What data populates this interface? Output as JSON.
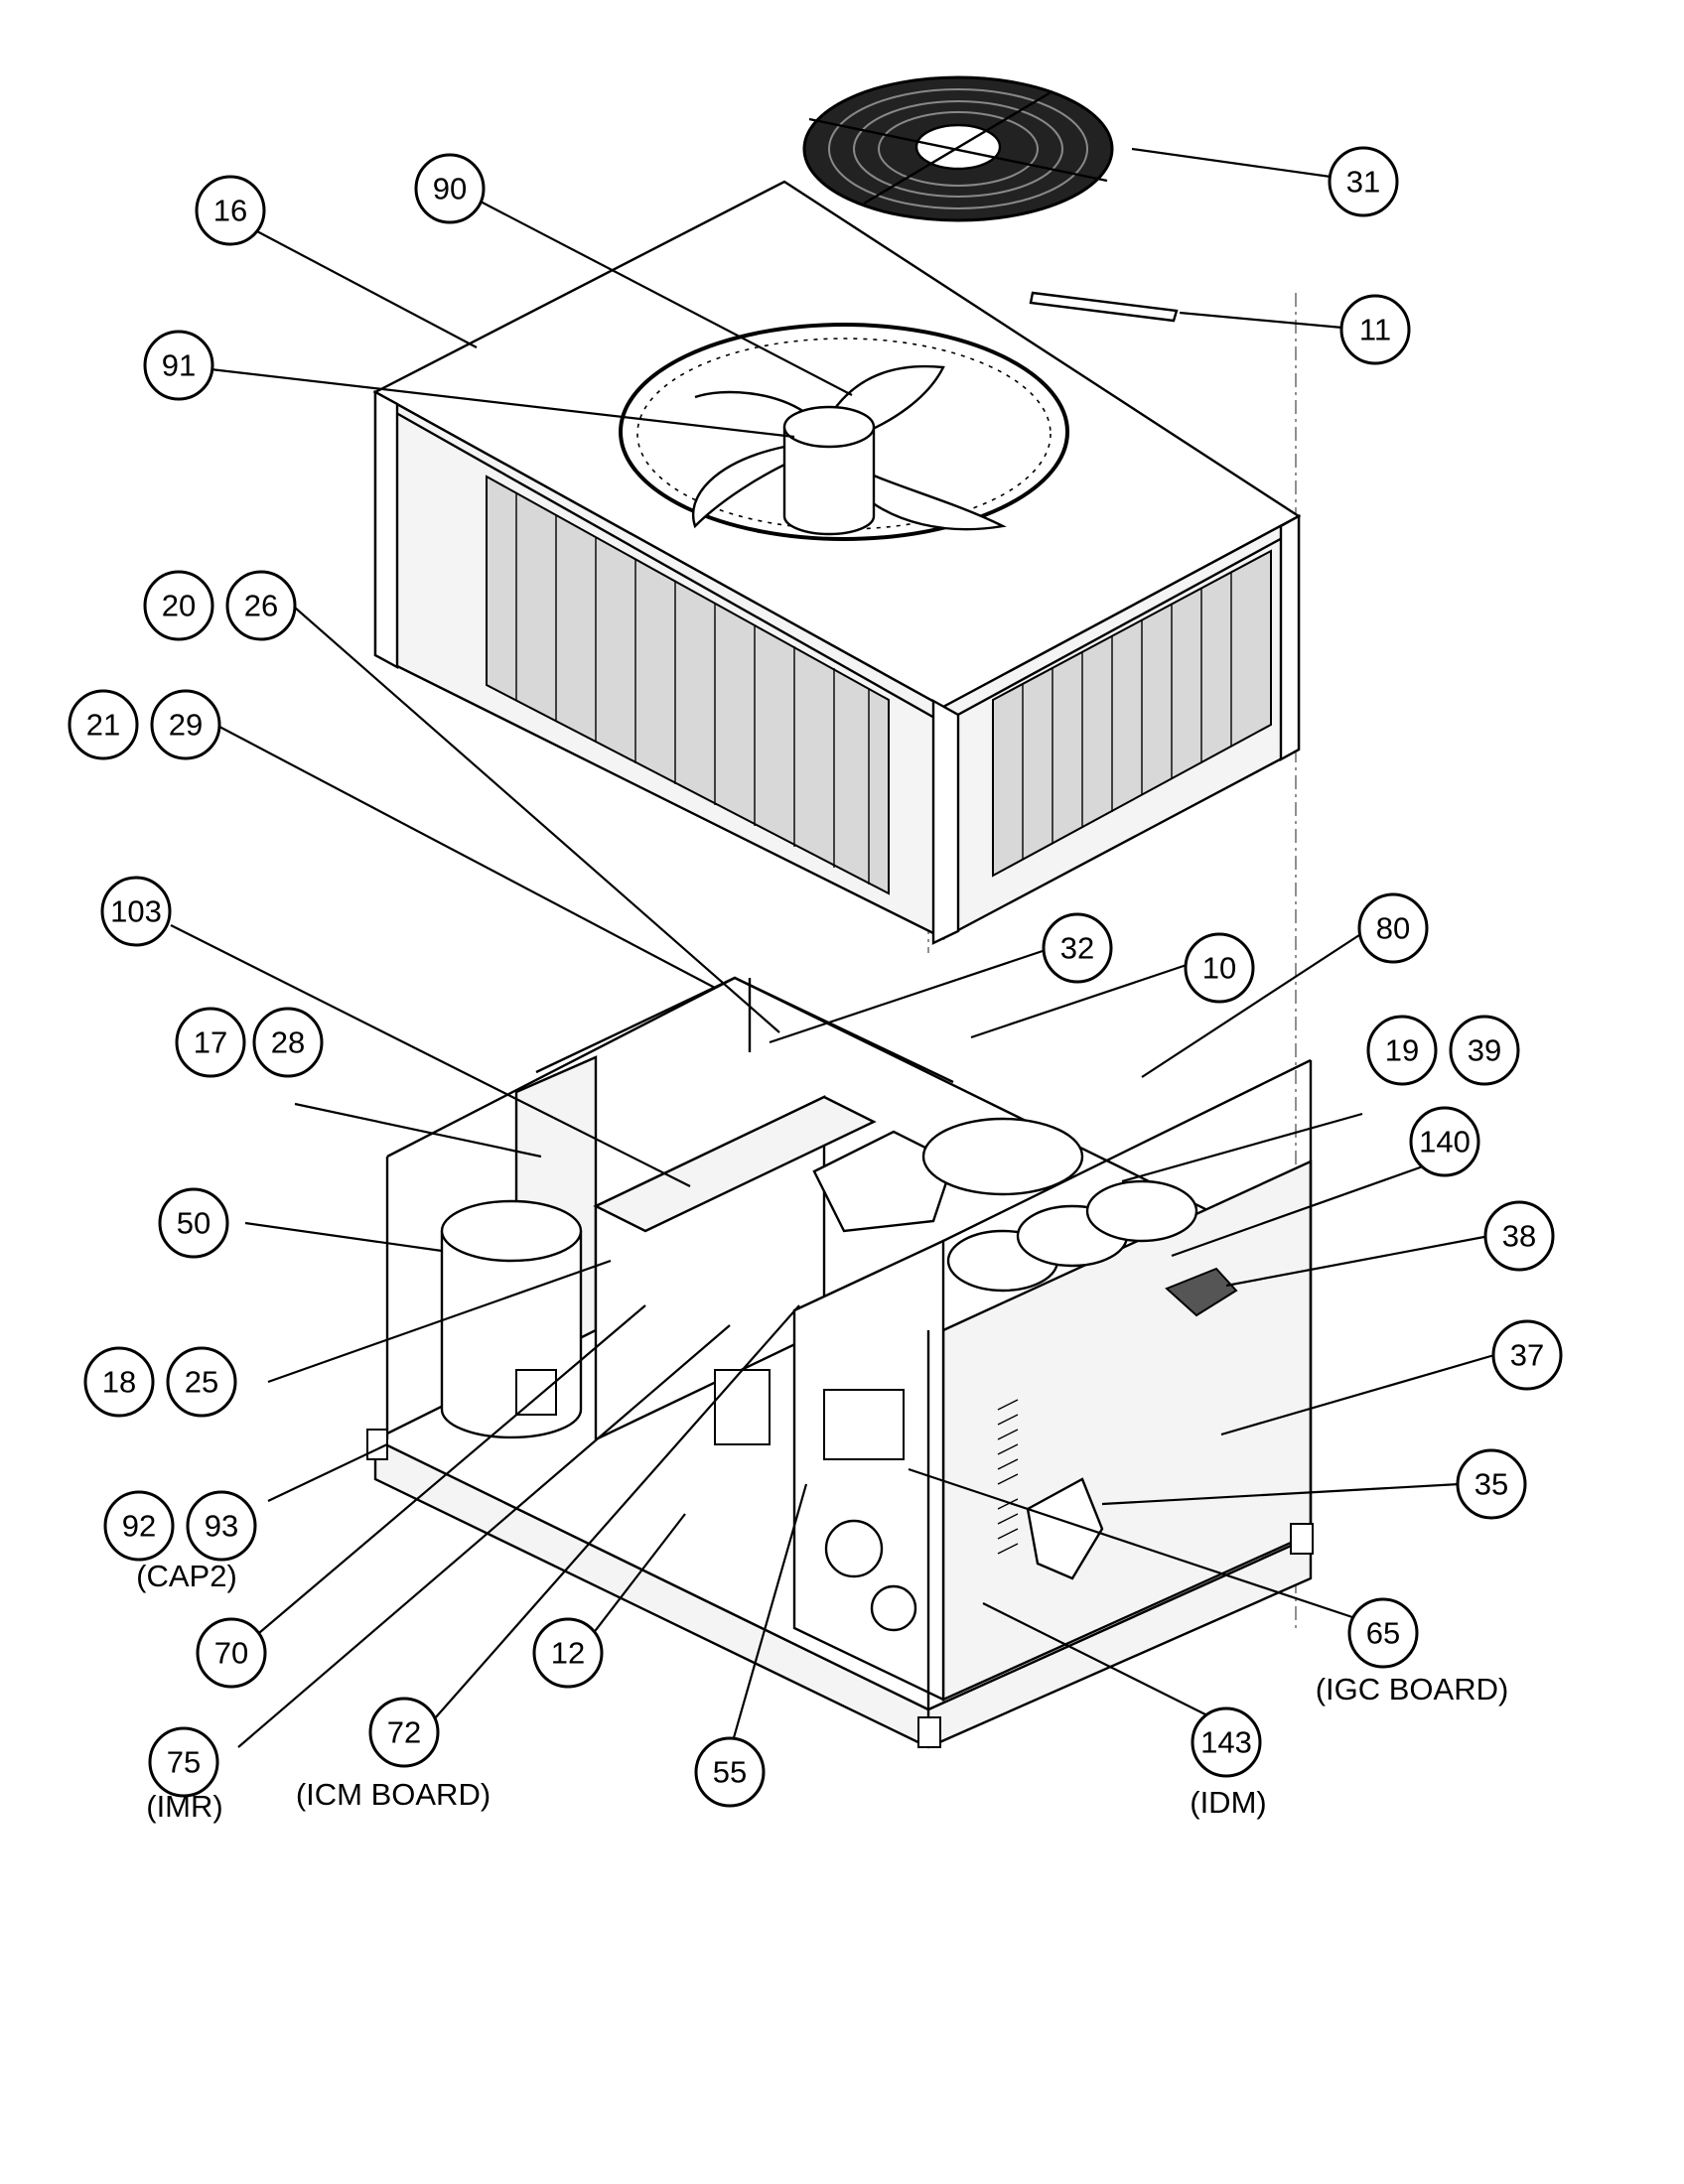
{
  "labels": [
    {
      "id": "callout-16",
      "text": "16"
    },
    {
      "id": "callout-90",
      "text": "90"
    },
    {
      "id": "callout-31",
      "text": "31"
    },
    {
      "id": "callout-91",
      "text": "91"
    },
    {
      "id": "callout-11",
      "text": "11"
    },
    {
      "id": "callout-20",
      "text": "20"
    },
    {
      "id": "callout-26",
      "text": "26"
    },
    {
      "id": "callout-21",
      "text": "21"
    },
    {
      "id": "callout-29",
      "text": "29"
    },
    {
      "id": "callout-103",
      "text": "103"
    },
    {
      "id": "callout-32",
      "text": "32"
    },
    {
      "id": "callout-10",
      "text": "10"
    },
    {
      "id": "callout-80",
      "text": "80"
    },
    {
      "id": "callout-17",
      "text": "17"
    },
    {
      "id": "callout-28",
      "text": "28"
    },
    {
      "id": "callout-19",
      "text": "19"
    },
    {
      "id": "callout-39",
      "text": "39"
    },
    {
      "id": "callout-140",
      "text": "140"
    },
    {
      "id": "callout-50",
      "text": "50"
    },
    {
      "id": "callout-38",
      "text": "38"
    },
    {
      "id": "callout-37",
      "text": "37"
    },
    {
      "id": "callout-18",
      "text": "18"
    },
    {
      "id": "callout-25",
      "text": "25"
    },
    {
      "id": "callout-35",
      "text": "35"
    },
    {
      "id": "callout-92",
      "text": "92"
    },
    {
      "id": "callout-93",
      "text": "93"
    },
    {
      "id": "callout-70",
      "text": "70"
    },
    {
      "id": "callout-12",
      "text": "12"
    },
    {
      "id": "callout-65",
      "text": "65"
    },
    {
      "id": "callout-75",
      "text": "75"
    },
    {
      "id": "callout-72",
      "text": "72"
    },
    {
      "id": "callout-55",
      "text": "55"
    },
    {
      "id": "callout-143",
      "text": "143"
    }
  ],
  "captions": {
    "cap2": "(CAP2)",
    "igc_board": "(IGC BOARD)",
    "imr": "(IMR)",
    "icm_board": "(ICM BOARD)",
    "idm": "(IDM)"
  }
}
